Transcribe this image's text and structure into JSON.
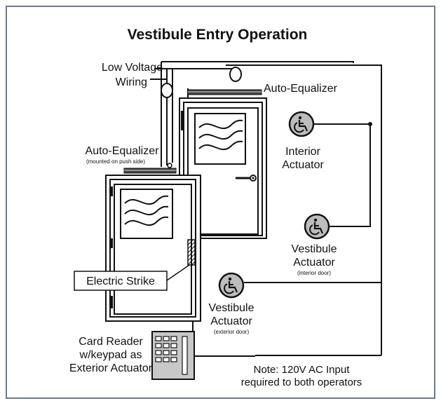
{
  "title": "Vestibule Entry Operation",
  "labels": {
    "low_voltage_line1": "Low Voltage",
    "low_voltage_line2": "Wiring",
    "auto_eq_top": "Auto-Equalizer",
    "auto_eq_left": "Auto-Equalizer",
    "auto_eq_left_note": "(mounted on push side)",
    "interior_actuator_line1": "Interior",
    "interior_actuator_line2": "Actuator",
    "vestibule_interior_line1": "Vestibule",
    "vestibule_interior_line2": "Actuator",
    "vestibule_interior_note": "(interior door)",
    "vestibule_exterior_line1": "Vestibule",
    "vestibule_exterior_line2": "Actuator",
    "vestibule_exterior_note": "(exterior door)",
    "electric_strike": "Electric Strike",
    "card_reader_line1": "Card Reader",
    "card_reader_line2": "w/keypad as",
    "card_reader_line3": "Exterior Actuator",
    "note_line1": "Note:  120V AC Input",
    "note_line2": "required to both operators"
  },
  "icons": {
    "actuator": "wheelchair-accessibility-icon",
    "keypad": "keypad-icon"
  },
  "colors": {
    "line": "#111111",
    "frame": "#6b7a8a",
    "actuator_fill": "#bdbdbd",
    "keypad_fill": "#c8c8c8"
  }
}
